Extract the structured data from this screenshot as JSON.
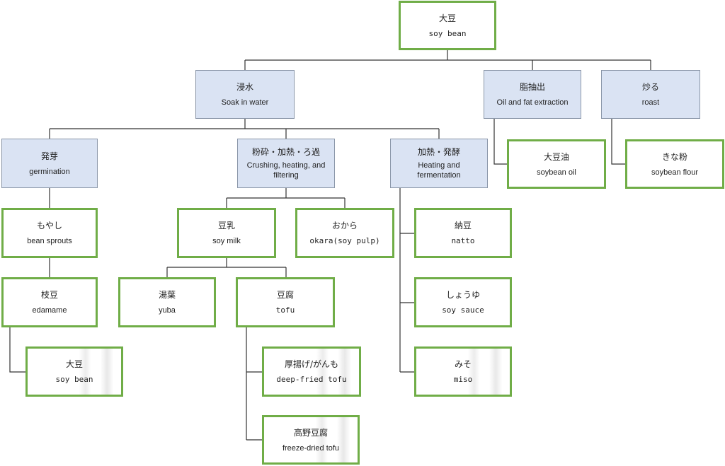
{
  "nodes": {
    "soybean_root": {
      "jp": "大豆",
      "en": "soy bean"
    },
    "soak": {
      "jp": "浸水",
      "en": "Soak in water"
    },
    "oil_extract": {
      "jp": "脂抽出",
      "en": "Oil and fat extraction"
    },
    "roast": {
      "jp": "炒る",
      "en": "roast"
    },
    "germination": {
      "jp": "発芽",
      "en": "germination"
    },
    "crushing": {
      "jp": "粉砕・加熱・ろ過",
      "en": "Crushing, heating, and filtering"
    },
    "heating_ferment": {
      "jp": "加熱・発酵",
      "en": "Heating and fermentation"
    },
    "soybean_oil": {
      "jp": "大豆油",
      "en": "soybean oil"
    },
    "soybean_flour": {
      "jp": "きな粉",
      "en": "soybean flour"
    },
    "bean_sprouts": {
      "jp": "もやし",
      "en": "bean sprouts"
    },
    "soy_milk": {
      "jp": "豆乳",
      "en": "soy milk"
    },
    "okara": {
      "jp": "おから",
      "en": "okara(soy pulp)"
    },
    "natto": {
      "jp": "納豆",
      "en": "natto"
    },
    "edamame": {
      "jp": "枝豆",
      "en": "edamame"
    },
    "yuba": {
      "jp": "湯葉",
      "en": "yuba"
    },
    "tofu": {
      "jp": "豆腐",
      "en": "tofu"
    },
    "soy_sauce": {
      "jp": "しょうゆ",
      "en": "soy sauce"
    },
    "soybean_leaf": {
      "jp": "大豆",
      "en": "soy bean"
    },
    "deep_fried": {
      "jp": "厚揚げ/がんも",
      "en": "deep-fried tofu"
    },
    "miso": {
      "jp": "みそ",
      "en": "miso"
    },
    "freeze_dried": {
      "jp": "高野豆腐",
      "en": "freeze-dried tofu"
    }
  },
  "colors": {
    "process_fill": "#dae3f3",
    "process_border": "#8a96a8",
    "product_border": "#70ad47",
    "line": "#333333"
  }
}
